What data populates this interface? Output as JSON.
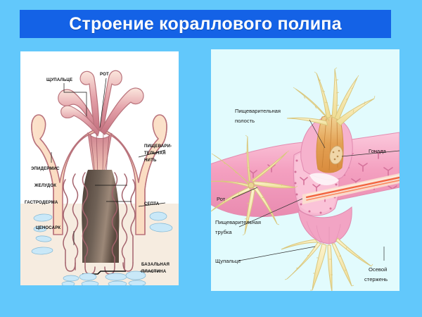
{
  "slide": {
    "background_color": "#62c8fb",
    "title": {
      "text": "Строение кораллового полипа",
      "banner_color": "#1462e6",
      "text_color": "#ffffff"
    }
  },
  "left_panel": {
    "name": "coral-polyp-cross-section",
    "background_color": "#ffffff",
    "labels": {
      "tentacle": "ЩУПАЛЬЦЕ",
      "mouth": "РОТ",
      "epidermis": "ЭПИДЕРМИС",
      "digestive_filament_line1": "ПИЩЕВАРИ-",
      "digestive_filament_line2": "ТЕЛЬНАЯ",
      "digestive_filament_line3": "НИТЬ",
      "septa": "СЕПТА",
      "stomach": "ЖЕЛУДОК",
      "gastroderm": "ГАСТРОДЕРМА",
      "coenosarc": "ЦЕНОСАРК",
      "basal_plate_line1": "БАЗАЛЬНАЯ",
      "basal_plate_line2": "ПЛАСТИНА"
    },
    "colors": {
      "tentacle_pink": "#d98a96",
      "body_cream": "#fad9bd",
      "gastric_cavity": "#6b5a4e",
      "skeleton_blue": "#c3e6f7",
      "outline": "#a86a72"
    }
  },
  "right_panel": {
    "name": "coral-colony-branch",
    "background_color": "#e2fbfd",
    "labels": {
      "digestive_cavity_line1": "Пищеварительная",
      "digestive_cavity_line2": "полость",
      "gonad": "Гонада",
      "mouth": "Рот",
      "digestive_tube_line1": "Пищеварительная",
      "digestive_tube_line2": "трубка",
      "tentacle": "Щупальце",
      "axial_rod_line1": "Осевой",
      "axial_rod_line2": "стержень"
    },
    "colors": {
      "tissue_pink": "#f5a9c4",
      "tentacle_yellow": "#f5e7a8",
      "cavity_orange": "#e8a55c",
      "axial_rod_red": "#e8513a"
    }
  }
}
